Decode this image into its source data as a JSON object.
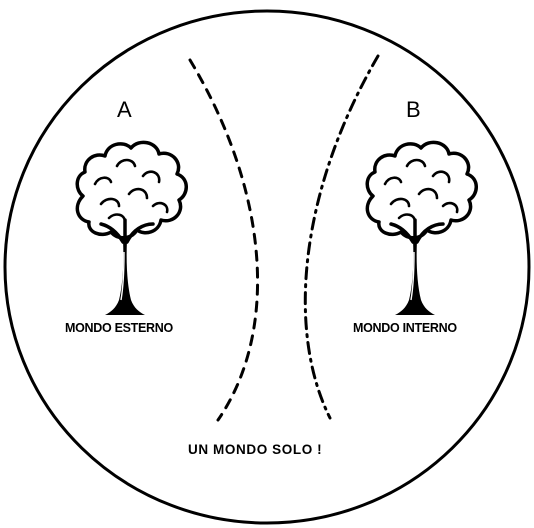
{
  "labels": {
    "left_letter": "A",
    "right_letter": "B"
  },
  "captions": {
    "left_tree": "MONDO ESTERNO",
    "right_tree": "MONDO INTERNO",
    "bottom": "UN MONDO SOLO !"
  },
  "icons": {
    "left_tree": "tree-icon",
    "right_tree": "tree-icon"
  },
  "colors": {
    "ink": "#000000",
    "background": "#ffffff"
  }
}
